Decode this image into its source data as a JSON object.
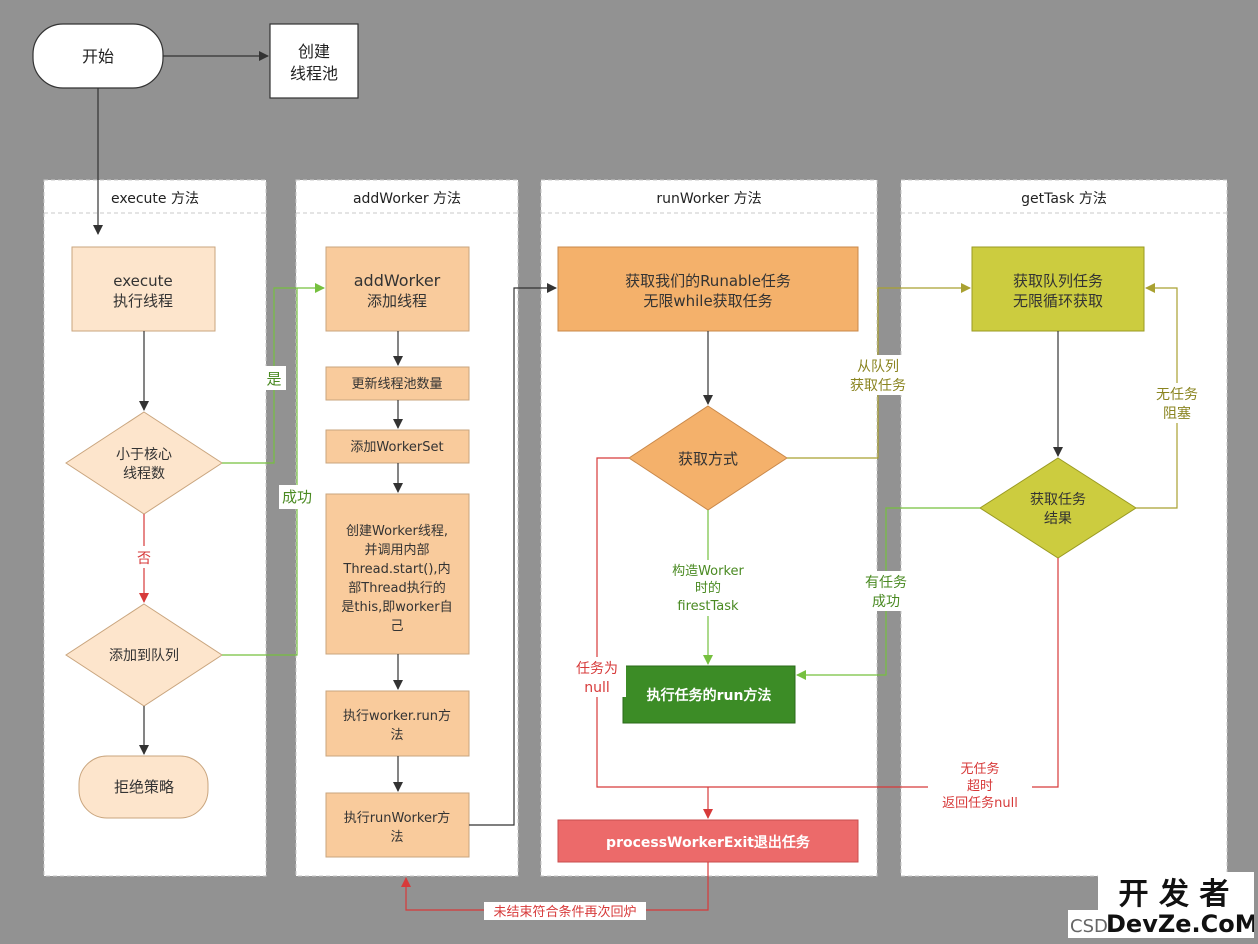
{
  "start": {
    "label": "开始"
  },
  "create_pool": {
    "line1": "创建",
    "line2": "线程池"
  },
  "lanes": {
    "execute": "execute 方法",
    "addworker": "addWorker 方法",
    "runworker": "runWorker 方法",
    "gettask": "getTask 方法"
  },
  "execute_lane": {
    "exec_box": {
      "line1": "execute",
      "line2": "执行线程"
    },
    "core_check": {
      "line1": "小于核心",
      "line2": "线程数"
    },
    "add_queue": "添加到队列",
    "reject": "拒绝策略",
    "no_label": "否"
  },
  "edge_labels": {
    "yes": "是",
    "success": "成功",
    "from_queue": {
      "line1": "从队列",
      "line2": "获取任务"
    },
    "no_task_block": {
      "line1": "无任务",
      "line2": "阻塞"
    },
    "construct": {
      "line1": "构造Worker",
      "line2": "时的",
      "line3": "firestTask"
    },
    "has_task": {
      "line1": "有任务",
      "line2": "成功"
    },
    "task_null": {
      "line1": "任务为",
      "line2": "null"
    },
    "timeout": {
      "line1": "无任务",
      "line2": "超时",
      "line3": "返回任务null"
    },
    "loop_back": "未结束符合条件再次回炉"
  },
  "addworker_lane": {
    "main": {
      "line1": "addWorker",
      "line2": "添加线程"
    },
    "update_count": "更新线程池数量",
    "add_set": "添加WorkerSet",
    "create_thread": {
      "line1": "创建Worker线程,",
      "line2": "并调用内部",
      "line3": "Thread.start(),内",
      "line4": "部Thread执行的",
      "line5": "是this,即worker自",
      "line6": "己"
    },
    "exec_run": {
      "line1": "执行worker.run方",
      "line2": "法"
    },
    "exec_runworker": {
      "line1": "执行runWorker方",
      "line2": "法"
    }
  },
  "runworker_lane": {
    "main": {
      "line1": "获取我们的Runable任务",
      "line2": "无限while获取任务"
    },
    "fetch_mode": "获取方式",
    "exec_task": "执行任务的run方法",
    "exit": "processWorkerExit退出任务"
  },
  "gettask_lane": {
    "main": {
      "line1": "获取队列任务",
      "line2": "无限循环获取"
    },
    "result": {
      "line1": "获取任务",
      "line2": "结果"
    }
  },
  "watermark": {
    "main": "开 发 者",
    "sub_left": "CSD",
    "sub_right": "DevZe.CoM"
  },
  "colors": {
    "background": "#929292",
    "light_peach": "#fde5cc",
    "peach": "#f9cb9c",
    "orange": "#f4b16b",
    "olive": "#cccc3f",
    "green": "#3c8c26",
    "red_box": "#ec6a6a",
    "edge_green": "#76c03f",
    "edge_olive": "#a9a131",
    "edge_red": "#d73a3a"
  }
}
